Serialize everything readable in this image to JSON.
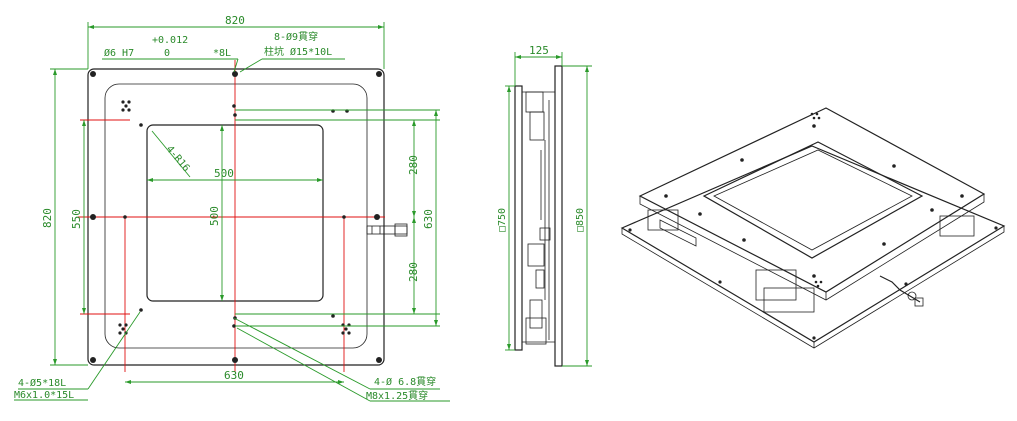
{
  "front_view": {
    "outer_width": "820",
    "tolerance_plus": "+0.012",
    "tolerance_zero": "0",
    "pin_hole_dia": "Ø6 H7",
    "pin_hole_depth": "*8L",
    "thru_holes": "8-Ø9貫穿",
    "counterbore": "柱坑 Ø15*10L",
    "corner_radius": "4-R16",
    "inner_width": "500",
    "inner_height": "500",
    "outer_height": "820",
    "hole_span_v": "550",
    "upper_offset": "280",
    "lower_offset": "280",
    "right_span": "630",
    "bottom_span": "630",
    "left_holes": "4-Ø5*18L",
    "left_thread": "M6x1.0*15L",
    "right_holes": "4-Ø 6.8貫穿",
    "right_thread": "M8x1.25貫穿"
  },
  "side_view": {
    "depth": "125",
    "left_height": "□750",
    "right_height": "□850"
  },
  "colors": {
    "dimension": "#2a8a2a",
    "centerline": "#e01010",
    "outline": "#222222"
  }
}
